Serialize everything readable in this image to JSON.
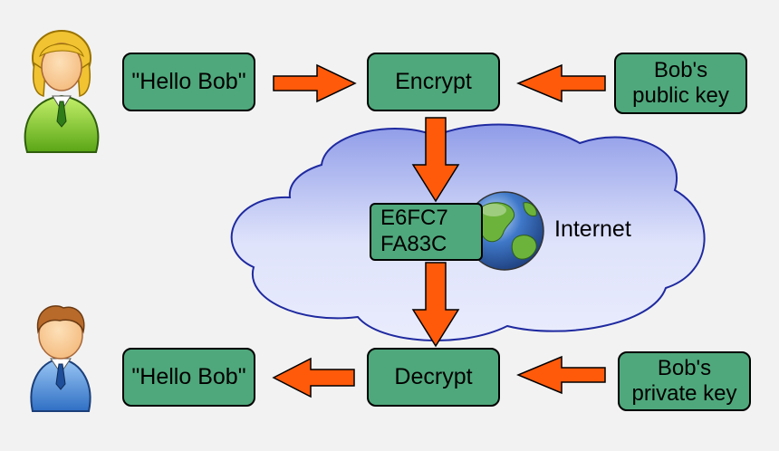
{
  "sender": {
    "message": "\"Hello Bob\""
  },
  "encrypt_label": "Encrypt",
  "public_key_label": "Bob's\npublic key",
  "network": {
    "label": "Internet",
    "ciphertext_line1": "E6FC7",
    "ciphertext_line2": "FA83C"
  },
  "decrypt_label": "Decrypt",
  "private_key_label": "Bob's\nprivate key",
  "receiver": {
    "message": "\"Hello Bob\""
  },
  "colors": {
    "box_fill": "#4fa87c",
    "arrow_fill": "#ff5a0a",
    "cloud_fill": "#c5cdf4",
    "cloud_stroke": "#1f2aa0",
    "alice_shirt": "#8bd42a",
    "bob_shirt": "#3d7fd6"
  },
  "icons": [
    "alice-avatar-icon",
    "bob-avatar-icon",
    "globe-icon",
    "arrow-right-icon",
    "arrow-left-icon",
    "arrow-down-icon"
  ]
}
